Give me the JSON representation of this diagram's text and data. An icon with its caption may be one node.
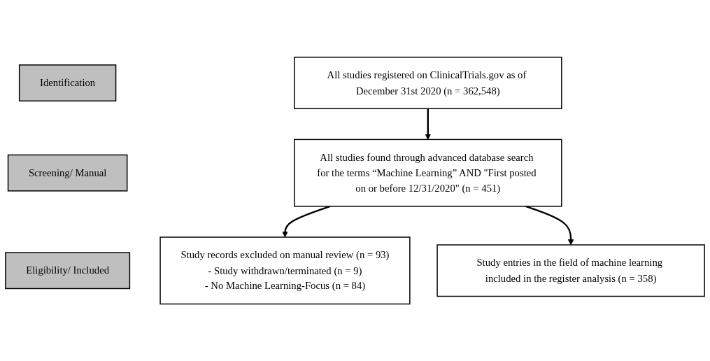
{
  "diagram": {
    "nodes": [
      {
        "text": [
          "Identification"
        ]
      },
      {
        "text": [
          "All studies registered on ClinicalTrials.gov as of December 31st 2020 (n = 362,548)"
        ]
      },
      {
        "text": [
          "Screening/ Manual"
        ]
      },
      {
        "text": [
          "All studies found through advanced database search for the terms “Machine Learning” AND \"First posted on or before 12/31/2020\" (n = 451)"
        ]
      },
      {
        "text": [
          "Study records excluded on manual review (n = 93)",
          "- Study withdrawn/terminated (n = 9)",
          "- No Machine Learning-Focus (n = 84)"
        ]
      },
      {
        "text": [
          "Eligibility/ Included"
        ]
      },
      {
        "text": [
          "Study entries in the field of machine learning included in the register analysis (n = 358)"
        ]
      }
    ],
    "edges": [
      {
        "from": 1,
        "to": 3,
        "arrow": "to"
      },
      {
        "from": 3,
        "to": 4,
        "arrow": "to"
      },
      {
        "from": 3,
        "to": 6,
        "arrow": "to"
      }
    ]
  }
}
